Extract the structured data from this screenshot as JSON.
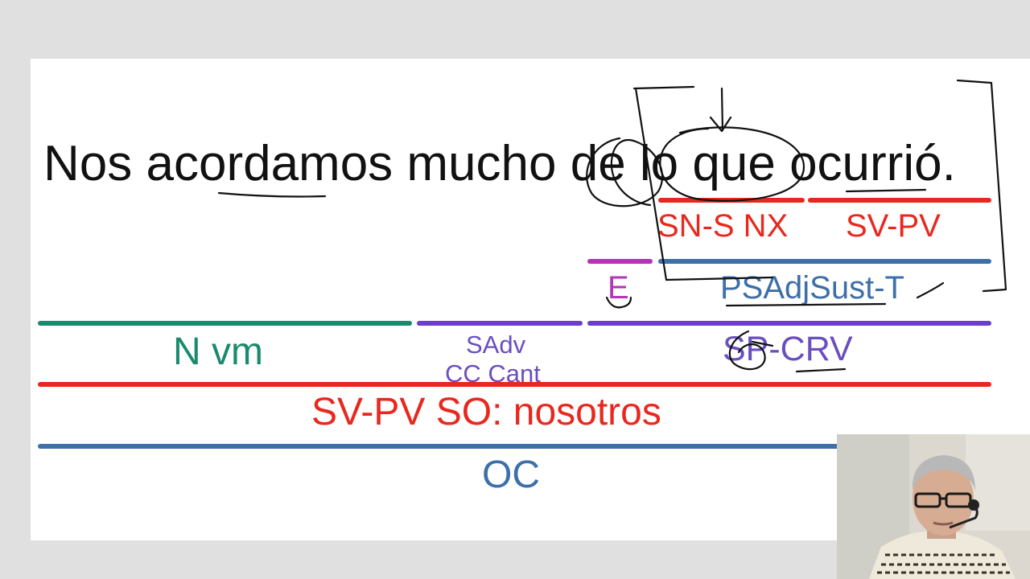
{
  "sentence": "Nos acordamos mucho de lo que ocurrió.",
  "labels": {
    "sn_s_nx": "SN-S NX",
    "sv_pv_small": "SV-PV",
    "e": "E",
    "psadjsust": "PSAdjSust-T",
    "n_vm": "N vm",
    "sadv_line1": "SAdv",
    "sadv_line2": "CC Cant",
    "sp_crv": "SP-CRV",
    "sv_pv_main": "SV-PV SO: nosotros",
    "oc": "OC"
  },
  "colors": {
    "red": "#e8281e",
    "blue": "#3d6fa8",
    "purple": "#6b3fc9",
    "magenta": "#b236b8",
    "teal": "#1a8a6e",
    "slate_purple": "#6a4fbf",
    "ink": "#111111"
  }
}
